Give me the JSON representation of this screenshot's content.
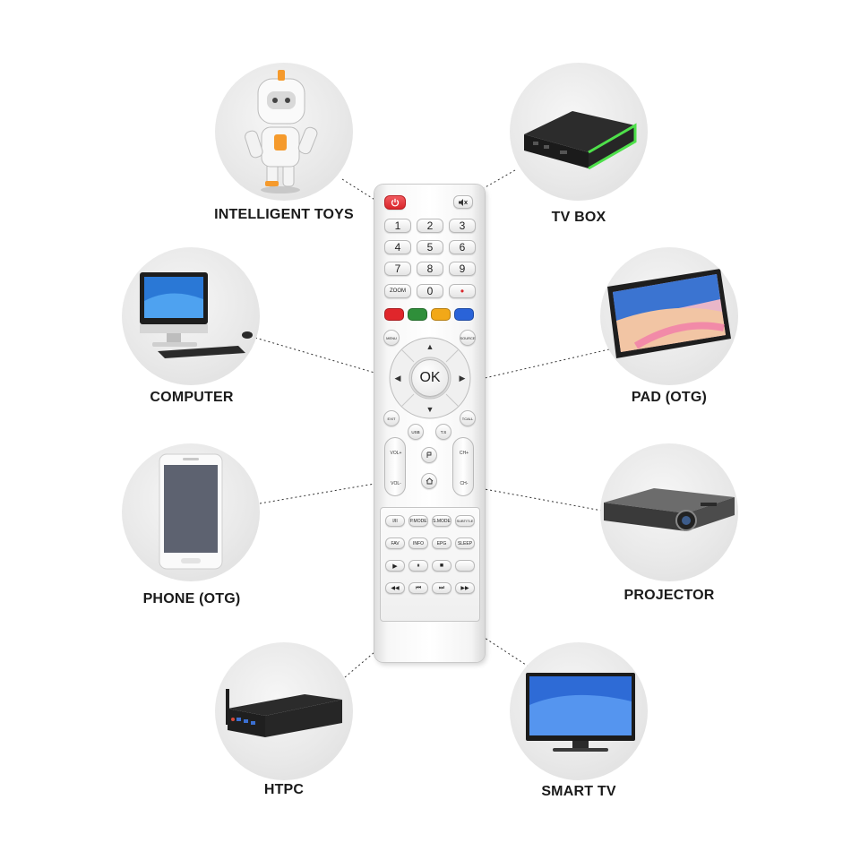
{
  "devices": {
    "intelligent_toys": "INTELLIGENT TOYS",
    "tv_box": "TV BOX",
    "computer": "COMPUTER",
    "pad": "PAD (OTG)",
    "phone": "PHONE (OTG)",
    "projector": "PROJECTOR",
    "htpc": "HTPC",
    "smart_tv": "SMART TV"
  },
  "remote": {
    "digits": [
      "1",
      "2",
      "3",
      "4",
      "5",
      "6",
      "7",
      "8",
      "9"
    ],
    "zoom": "ZOOM",
    "zero": "0",
    "dot": "•",
    "menu": "MENU",
    "source": "SOURCE",
    "ok": "OK",
    "exit": "EXIT",
    "tcall": "TCALL",
    "usb": "USB",
    "ts": "T.S",
    "vol_plus": "VOL+",
    "vol_minus": "VOL-",
    "ch_plus": "CH+",
    "ch_minus": "CH-",
    "row1": [
      "I/II",
      "P.MODE",
      "S.MODE",
      "SUBTITLE"
    ],
    "row2": [
      "FAV",
      "INFO",
      "EPG",
      "SLEEP"
    ],
    "row3": [
      "▶",
      "⏸",
      "■",
      ""
    ],
    "row4": [
      "◀◀",
      "⏮",
      "⏭",
      "▶▶"
    ]
  },
  "colors": {
    "power": "#e8343a",
    "red_key": "#e0262b",
    "green_key": "#2f8f3a",
    "yellow_key": "#f2a818",
    "blue_key": "#2a63d8",
    "tv_box_accent": "#4ee04a"
  }
}
